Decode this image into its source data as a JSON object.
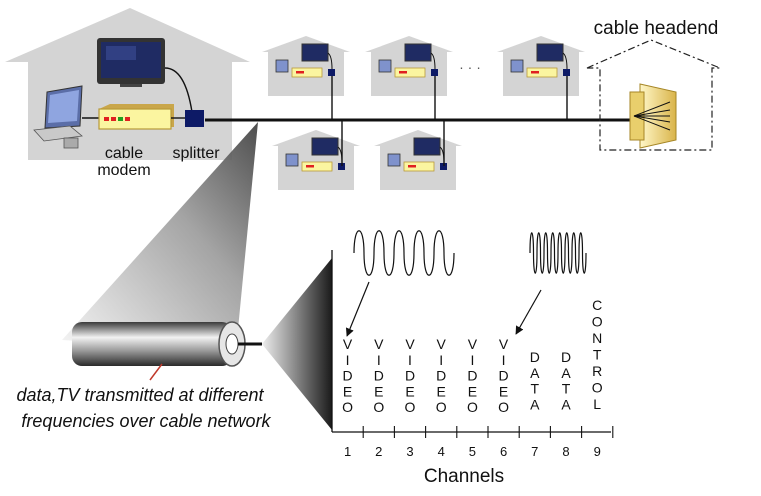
{
  "labels": {
    "cable_modem_line1": "cable",
    "cable_modem_line2": "modem",
    "splitter": "splitter",
    "cable_headend": "cable headend",
    "ellipsis": "· · ·",
    "caption_line1": "data,TV transmitted at different",
    "caption_line2": "frequencies over cable network",
    "channels_axis": "Channels"
  },
  "channels": [
    {
      "number": "1",
      "label": "VIDEO"
    },
    {
      "number": "2",
      "label": "VIDEO"
    },
    {
      "number": "3",
      "label": "VIDEO"
    },
    {
      "number": "4",
      "label": "VIDEO"
    },
    {
      "number": "5",
      "label": "VIDEO"
    },
    {
      "number": "6",
      "label": "VIDEO"
    },
    {
      "number": "7",
      "label": "DATA"
    },
    {
      "number": "8",
      "label": "DATA"
    },
    {
      "number": "9",
      "label": "CONTROL"
    }
  ],
  "colors": {
    "house_fill": "#d4d4d4",
    "modem_fill": "#fbf5a0",
    "modem_stroke": "#b89a3a",
    "splitter_fill": "#0d1a66",
    "screen_fill": "#1f2b63",
    "cable_line": "#111111",
    "caption_pointer": "#c0392b",
    "headend_fill": "#f1e29a"
  },
  "icons": {
    "monitor": "monitor-icon",
    "computer": "desktop-computer-icon",
    "modem": "cable-modem-icon",
    "splitter": "splitter-icon",
    "headend": "headend-amplifier-icon",
    "cable": "coax-cable-icon"
  }
}
